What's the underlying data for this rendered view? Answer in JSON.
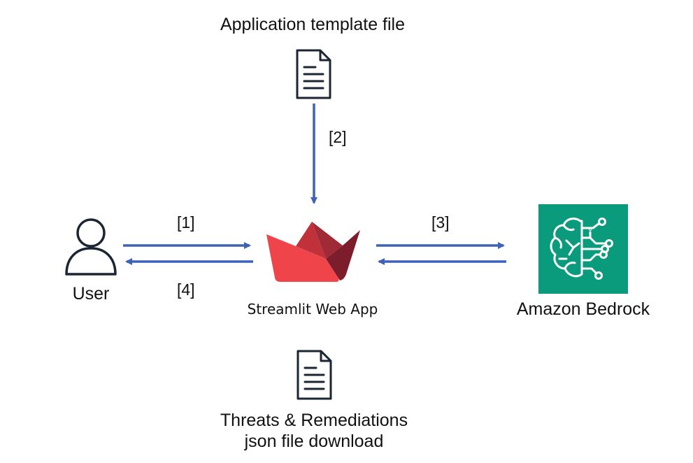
{
  "nodes": {
    "template_file": {
      "label": "Application template file",
      "icon": "document-icon"
    },
    "user": {
      "label": "User",
      "icon": "user-icon"
    },
    "streamlit": {
      "label": "Streamlit Web App",
      "icon": "streamlit-logo"
    },
    "bedrock": {
      "label": "Amazon Bedrock",
      "icon": "bedrock-brain-icon"
    },
    "output_file": {
      "label_line1": "Threats & Remediations",
      "label_line2": "json file download",
      "icon": "document-icon"
    }
  },
  "steps": {
    "s1": "[1]",
    "s2": "[2]",
    "s3": "[3]",
    "s4": "[4]"
  },
  "colors": {
    "arrow": "#3d62b8",
    "bedrock_bg": "#0a9b7d",
    "icon_stroke": "#1b2533",
    "streamlit_light": "#f0444b",
    "streamlit_mid": "#c1313a",
    "streamlit_dark": "#7d1d2b"
  }
}
